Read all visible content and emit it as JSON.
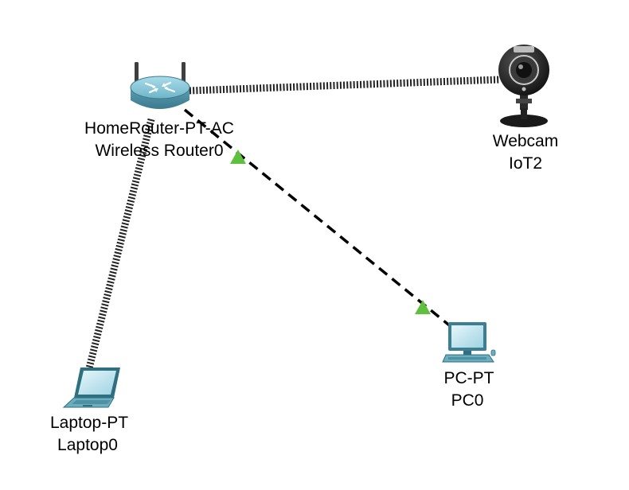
{
  "devices": {
    "router": {
      "model": "HomeRouter-PT-AC",
      "name": "Wireless Router0",
      "icon": "wireless-router-icon"
    },
    "webcam": {
      "model": "Webcam",
      "name": "IoT2",
      "icon": "webcam-icon"
    },
    "laptop": {
      "model": "Laptop-PT",
      "name": "Laptop0",
      "icon": "laptop-icon"
    },
    "pc": {
      "model": "PC-PT",
      "name": "PC0",
      "icon": "pc-icon"
    }
  },
  "links": [
    {
      "from": "router",
      "to": "webcam",
      "type": "wireless"
    },
    {
      "from": "router",
      "to": "laptop",
      "type": "wireless"
    },
    {
      "from": "router",
      "to": "pc",
      "type": "ethernet-straight",
      "status": "up"
    }
  ],
  "colors": {
    "wired_link": "#000000",
    "wireless_link": "#222222",
    "link_up_indicator": "#5fbf3f",
    "device_body": "#6aaebf",
    "device_dark": "#2f6f80"
  }
}
